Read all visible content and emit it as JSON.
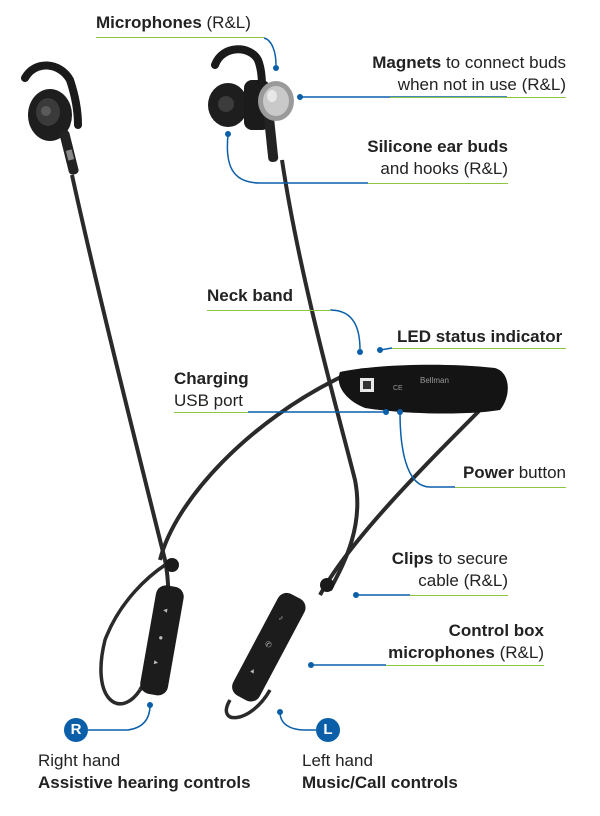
{
  "labels": {
    "microphones": {
      "bold": "Microphones",
      "rest": " (R&L)"
    },
    "magnets": {
      "bold": "Magnets",
      "rest": " to connect buds",
      "line2": "when not in use (R&L)"
    },
    "silicone": {
      "line1": "Silicone ear buds",
      "line2": "and hooks (R&L)"
    },
    "neck_band": "Neck band",
    "led": "LED status indicator",
    "charging": {
      "line1": "Charging",
      "line2": "USB port"
    },
    "power": {
      "bold": "Power",
      "rest": " button"
    },
    "clips": {
      "bold": "Clips",
      "rest": " to secure",
      "line2": "cable (R&L)"
    },
    "control_box": {
      "line1": "Control box",
      "bold2": "microphones",
      "rest2": " (R&L)"
    }
  },
  "bottom": {
    "right_badge": "R",
    "right_hand": "Right hand",
    "right_controls": "Assistive hearing controls",
    "left_badge": "L",
    "left_hand": "Left hand",
    "left_controls": "Music/Call controls"
  },
  "band_print": {
    "brand": "Bellman",
    "ce": "CE"
  },
  "colors": {
    "callout_line": "#0a5fa8",
    "underline": "#8dc63f",
    "badge": "#0a5fa8",
    "device": "#1a1a1a"
  }
}
